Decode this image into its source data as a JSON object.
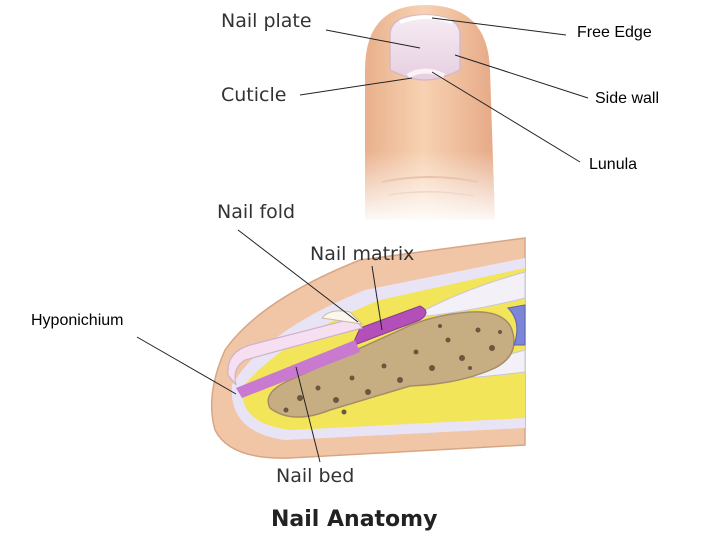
{
  "title": "Nail Anatomy",
  "labels": {
    "nail_plate": "Nail plate",
    "cuticle": "Cuticle",
    "free_edge": "Free Edge",
    "side_wall": "Side wall",
    "lunula": "Lunula",
    "nail_fold": "Nail fold",
    "nail_matrix": "Nail matrix",
    "hyponichium": "Hyponichium",
    "nail_bed": "Nail bed"
  },
  "colors": {
    "skin": "#f3c8a4",
    "skin_shadow": "#e2a985",
    "nail": "#efe1ec",
    "tissue_yellow": "#f2e55a",
    "matrix_purple": "#b24fb8",
    "bone": "#c7ae82",
    "bone_spot": "#6b5640"
  }
}
